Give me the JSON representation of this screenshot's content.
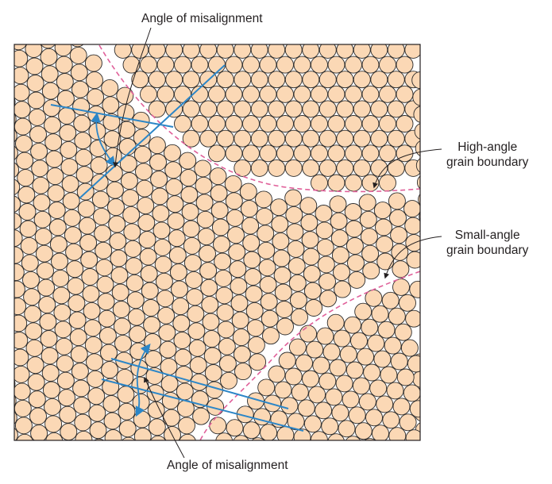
{
  "labels": {
    "top_misalignment": "Angle of misalignment",
    "bottom_misalignment": "Angle of misalignment",
    "high_angle": {
      "line1": "High-angle",
      "line2": "grain boundary"
    },
    "small_angle": {
      "line1": "Small-angle",
      "line2": "grain boundary"
    }
  },
  "colors": {
    "atom_fill": "#fbd8b5",
    "atom_stroke": "#2b2b2b",
    "boundary": "#e0609a",
    "misalignment_line": "#2c86c7",
    "text": "#231f20"
  }
}
